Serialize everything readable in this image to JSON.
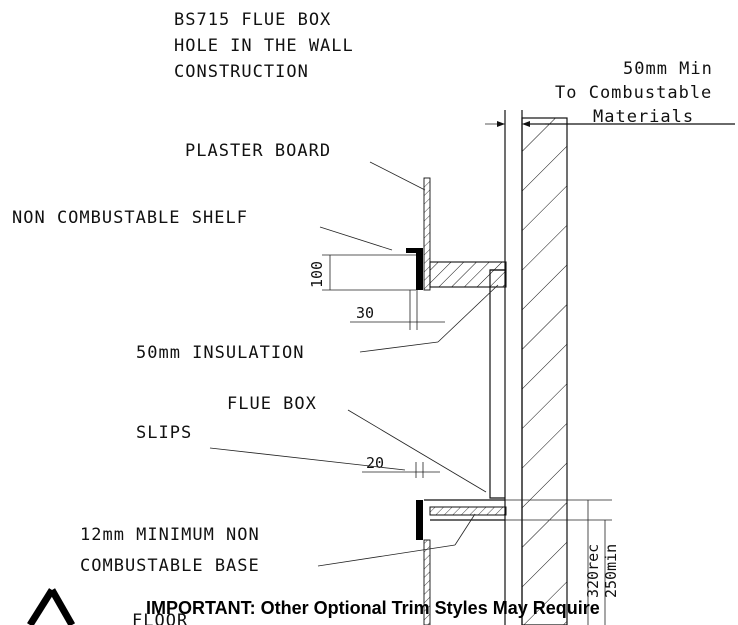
{
  "title": {
    "line1": "BS715 FLUE BOX",
    "line2": "HOLE IN THE WALL",
    "line3": "CONSTRUCTION"
  },
  "clearance": {
    "line1": "50mm Min",
    "line2": "To Combustable",
    "line3": "Materials"
  },
  "labels": {
    "plaster_board": "PLASTER BOARD",
    "shelf": "NON COMBUSTABLE SHELF",
    "insulation": "50mm INSULATION",
    "flue_box": "FLUE BOX",
    "slips": "SLIPS",
    "base_line1": "12mm MINIMUM NON",
    "base_line2": "COMBUSTABLE BASE",
    "floor": "FLOOR"
  },
  "dimensions": {
    "shelf_height": "100",
    "shelf_depth": "30",
    "slip_depth": "20",
    "base_rec": "320rec",
    "base_min": "250min"
  },
  "note": "IMPORTANT:  Other Optional Trim Styles May Require"
}
